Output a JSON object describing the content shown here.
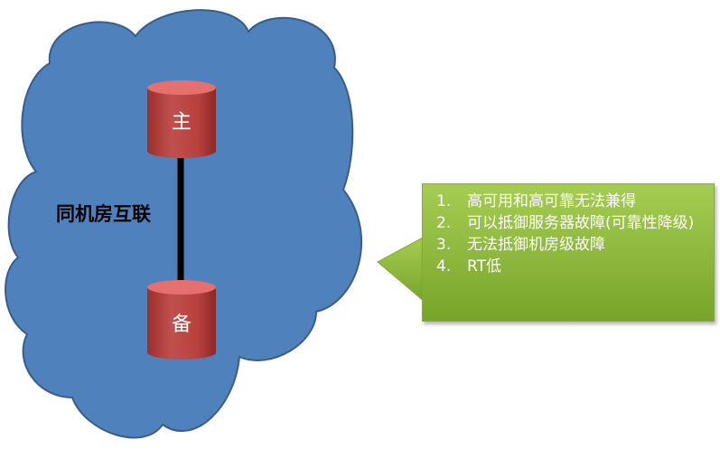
{
  "diagram": {
    "primary_db_label": "主",
    "standby_db_label": "备",
    "link_label": "同机房互联"
  },
  "callout": {
    "items": [
      {
        "num": "1.",
        "text": "高可用和高可靠无法兼得"
      },
      {
        "num": "2.",
        "text": "可以抵御服务器故障(可靠性降级)"
      },
      {
        "num": "3.",
        "text": "无法抵御机房级故障"
      },
      {
        "num": "4.",
        "text": "RT低"
      }
    ]
  },
  "colors": {
    "cloud_fill": "#4f81bd",
    "cloud_stroke": "#385d8a",
    "db_body": "#c0504d",
    "db_top": "#e5706d",
    "link_line": "#000000",
    "callout_fill": "#92c046"
  }
}
